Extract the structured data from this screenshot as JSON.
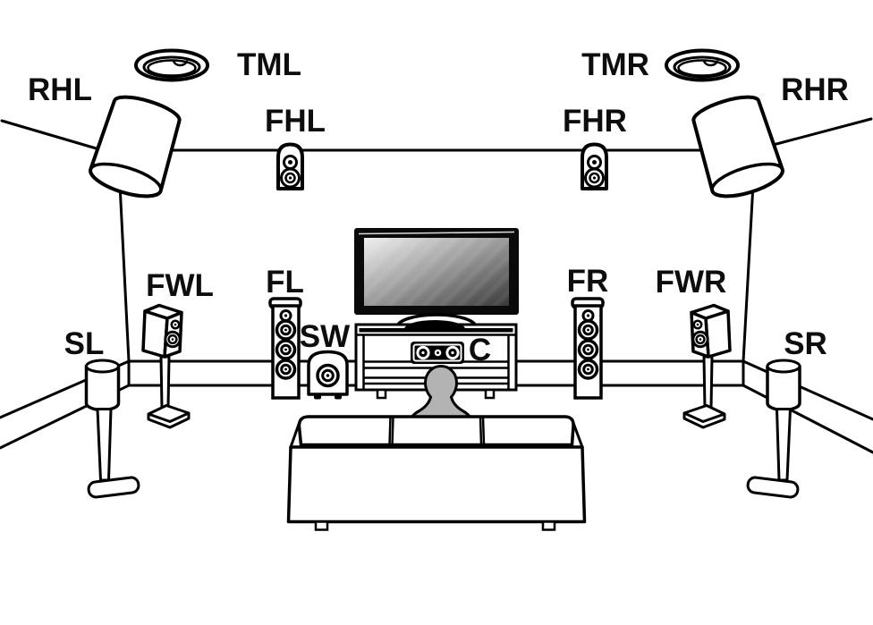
{
  "diagram": {
    "labels": {
      "rhl": "RHL",
      "tml": "TML",
      "tmr": "TMR",
      "rhr": "RHR",
      "fhl": "FHL",
      "fhr": "FHR",
      "fwl": "FWL",
      "fl": "FL",
      "fr": "FR",
      "fwr": "FWR",
      "sl": "SL",
      "sr": "SR",
      "sw": "SW",
      "c": "C"
    },
    "colors": {
      "line": "#000000",
      "background": "#ffffff",
      "person_fill": "#b3b3b3",
      "tv_screen_light": "#f0f0f0",
      "tv_screen_dark": "#383838"
    }
  }
}
